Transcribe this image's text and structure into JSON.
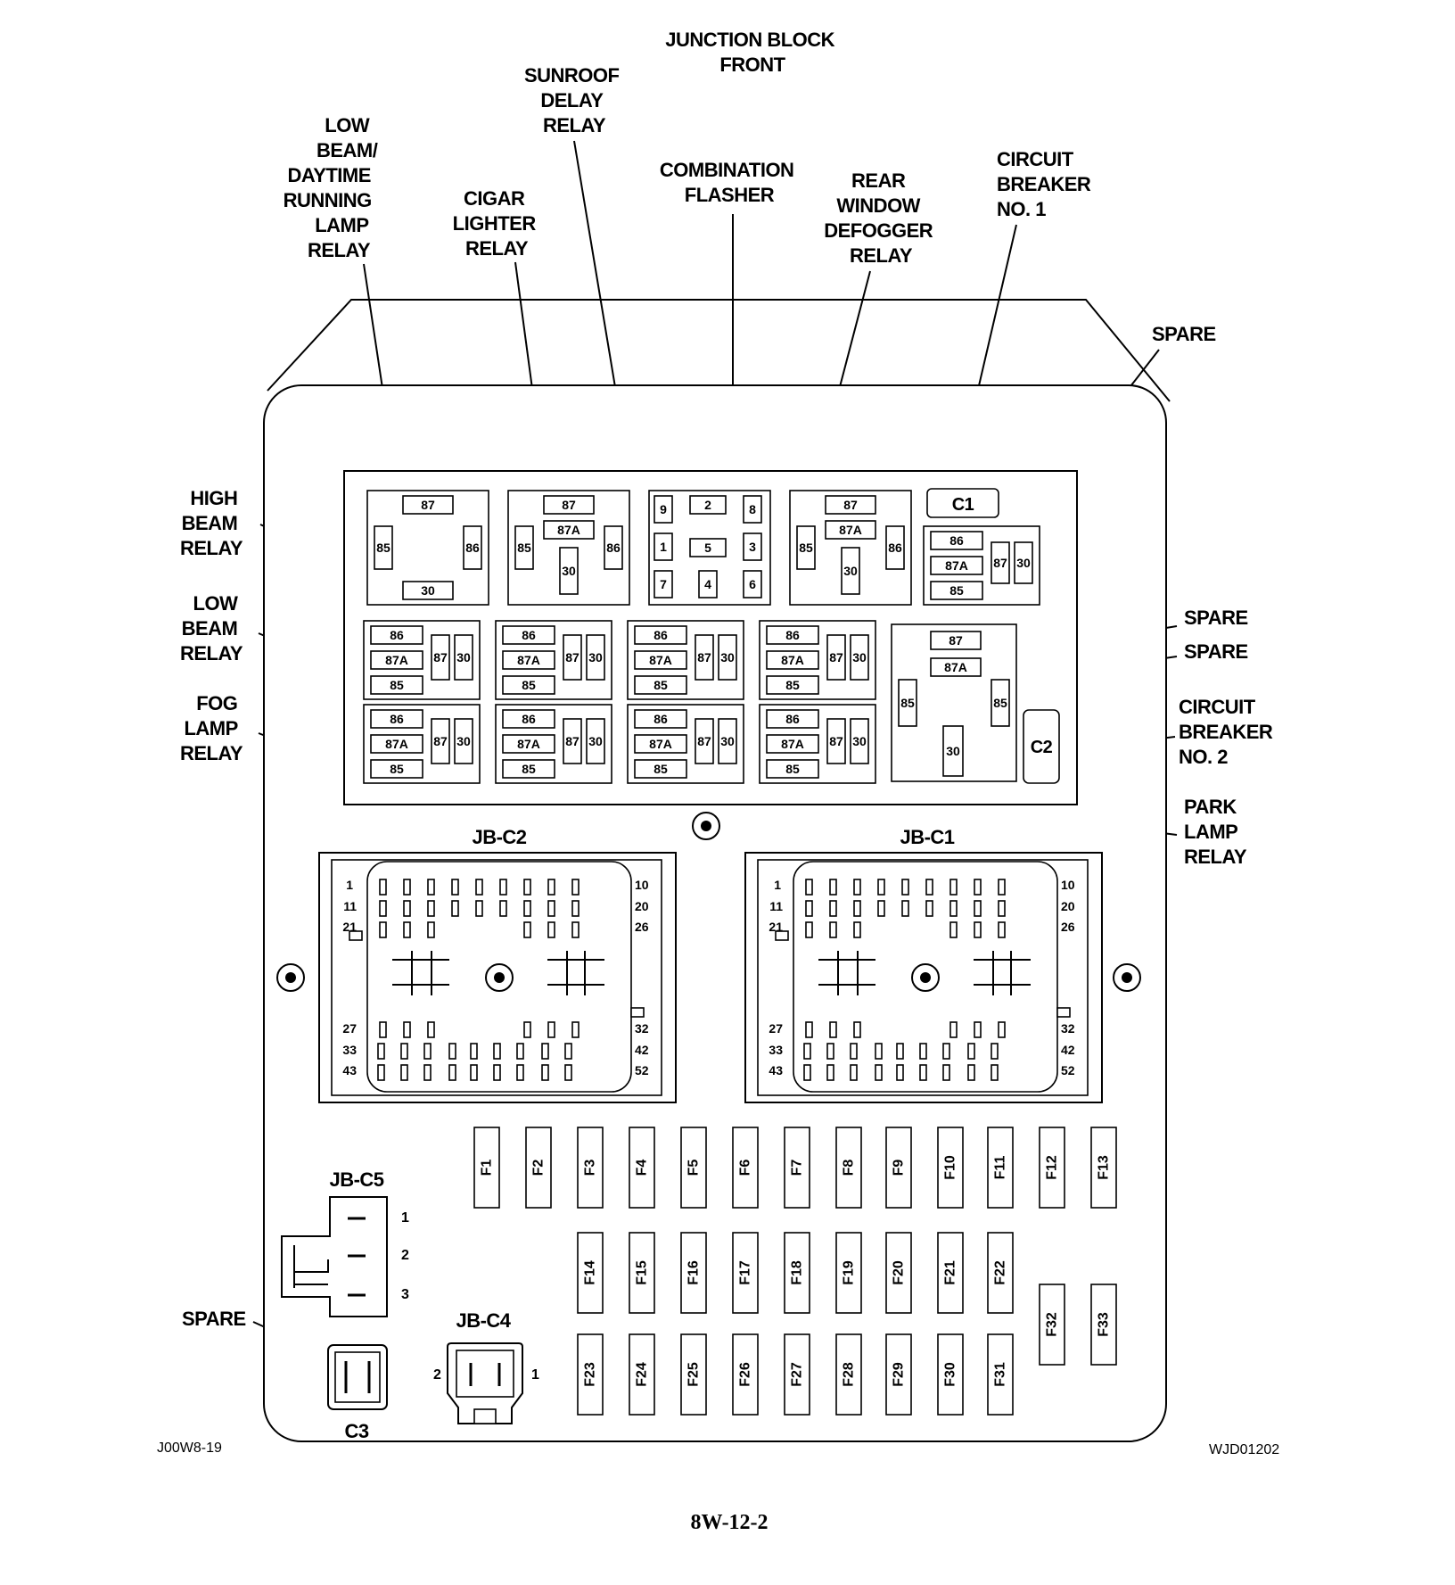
{
  "title": [
    "JUNCTION BLOCK",
    "FRONT"
  ],
  "callouts": {
    "low_beam_drl_relay": [
      "LOW",
      "BEAM/",
      "DAYTIME",
      "RUNNING",
      "LAMP",
      "RELAY"
    ],
    "cigar_lighter_relay": [
      "CIGAR",
      "LIGHTER",
      "RELAY"
    ],
    "sunroof_delay_relay": [
      "SUNROOF",
      "DELAY",
      "RELAY"
    ],
    "combination_flasher": [
      "COMBINATION",
      "FLASHER"
    ],
    "rear_window_defogger_relay": [
      "REAR",
      "WINDOW",
      "DEFOGGER",
      "RELAY"
    ],
    "circuit_breaker_1": [
      "CIRCUIT",
      "BREAKER",
      "NO. 1"
    ],
    "spare_top": [
      "SPARE"
    ],
    "high_beam_relay": [
      "HIGH",
      "BEAM",
      "RELAY"
    ],
    "low_beam_relay": [
      "LOW",
      "BEAM",
      "RELAY"
    ],
    "fog_lamp_relay": [
      "FOG",
      "LAMP",
      "RELAY"
    ],
    "spare_mid_1": [
      "SPARE"
    ],
    "spare_mid_2": [
      "SPARE"
    ],
    "circuit_breaker_2": [
      "CIRCUIT",
      "BREAKER",
      "NO. 2"
    ],
    "park_lamp_relay": [
      "PARK",
      "LAMP",
      "RELAY"
    ],
    "spare_bottom": [
      "SPARE"
    ]
  },
  "relay_pins": {
    "p87": "87",
    "p87a": "87A",
    "p85": "85",
    "p86": "86",
    "p30": "30"
  },
  "flasher_pins": [
    "9",
    "2",
    "8",
    "1",
    "5",
    "3",
    "7",
    "4",
    "6"
  ],
  "breakers": {
    "c1": "C1",
    "c2": "C2"
  },
  "connectors": {
    "jb_c2": {
      "name": "JB-C2",
      "left_pins": [
        "1",
        "11",
        "21",
        "27",
        "33",
        "43"
      ],
      "right_pins": [
        "10",
        "20",
        "26",
        "32",
        "42",
        "52"
      ]
    },
    "jb_c1": {
      "name": "JB-C1",
      "left_pins": [
        "1",
        "11",
        "21",
        "27",
        "33",
        "43"
      ],
      "right_pins": [
        "10",
        "20",
        "26",
        "32",
        "42",
        "52"
      ]
    },
    "jb_c5": {
      "name": "JB-C5",
      "pins": [
        "1",
        "2",
        "3"
      ]
    },
    "jb_c4": {
      "name": "JB-C4",
      "pins": [
        "2",
        "1"
      ]
    },
    "c3": {
      "name": "C3"
    }
  },
  "fuses": [
    "F1",
    "F2",
    "F3",
    "F4",
    "F5",
    "F6",
    "F7",
    "F8",
    "F9",
    "F10",
    "F11",
    "F12",
    "F13",
    "F14",
    "F15",
    "F16",
    "F17",
    "F18",
    "F19",
    "F20",
    "F21",
    "F22",
    "F23",
    "F24",
    "F25",
    "F26",
    "F27",
    "F28",
    "F29",
    "F30",
    "F31",
    "F32",
    "F33"
  ],
  "codes": {
    "left": "J00W8-19",
    "right": "WJD01202"
  },
  "page_number": "8W-12-2"
}
